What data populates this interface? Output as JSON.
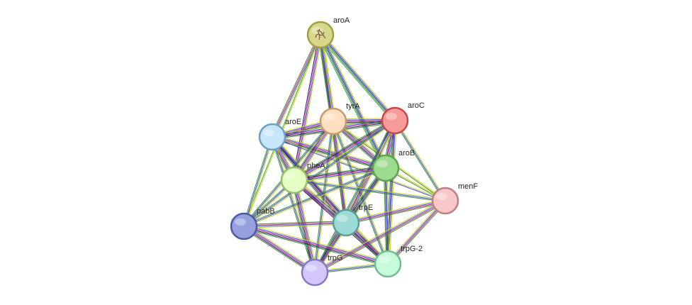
{
  "network": {
    "edge_colors": [
      "#c8d400",
      "#3a8c2e",
      "#3344ff",
      "#1a1a6e",
      "#d02070",
      "#22aa44"
    ],
    "nodes": [
      {
        "id": "aroA",
        "label": "aroA",
        "color": "#d8d88a",
        "stroke": "#a0a040",
        "icon": "protein-structure-icon"
      },
      {
        "id": "tyrA",
        "label": "tyrA",
        "color": "#fde0c2",
        "stroke": "#c99a70"
      },
      {
        "id": "aroC",
        "label": "aroC",
        "color": "#f79a9a",
        "stroke": "#c84848"
      },
      {
        "id": "aroE",
        "label": "aroE",
        "color": "#c6e6fb",
        "stroke": "#6f9fc4"
      },
      {
        "id": "aroB",
        "label": "aroB",
        "color": "#9ddc8f",
        "stroke": "#5ea352"
      },
      {
        "id": "pheA",
        "label": "pheA",
        "color": "#e3fdc2",
        "stroke": "#9bbd6f"
      },
      {
        "id": "menF",
        "label": "menF",
        "color": "#f8c8c8",
        "stroke": "#c08080"
      },
      {
        "id": "pabB",
        "label": "pabB",
        "color": "#96a0de",
        "stroke": "#4e5aa0"
      },
      {
        "id": "trpE",
        "label": "trpE",
        "color": "#9ddcd6",
        "stroke": "#5a9e98"
      },
      {
        "id": "trpG-2",
        "label": "trpG-2",
        "color": "#c6fbdc",
        "stroke": "#74bb94"
      },
      {
        "id": "trpG",
        "label": "trpG",
        "color": "#d2c6fb",
        "stroke": "#8a78c4"
      }
    ],
    "edges": [
      {
        "source": "aroA",
        "target": "aroE",
        "types": [
          0,
          2,
          4,
          1
        ]
      },
      {
        "source": "aroA",
        "target": "tyrA",
        "types": [
          0,
          2,
          4,
          3,
          1
        ]
      },
      {
        "source": "aroA",
        "target": "aroC",
        "types": [
          0,
          2,
          3,
          1,
          5
        ]
      },
      {
        "source": "aroA",
        "target": "aroB",
        "types": [
          0,
          2,
          3,
          1,
          5
        ]
      },
      {
        "source": "aroA",
        "target": "pheA",
        "types": [
          0,
          2,
          4,
          3
        ]
      },
      {
        "source": "aroA",
        "target": "trpE",
        "types": [
          0,
          2,
          1
        ]
      },
      {
        "source": "aroA",
        "target": "pabB",
        "types": [
          0,
          5
        ]
      },
      {
        "source": "aroE",
        "target": "tyrA",
        "types": [
          0,
          2,
          4,
          3,
          1
        ]
      },
      {
        "source": "aroE",
        "target": "aroC",
        "types": [
          0,
          2,
          4,
          3,
          1
        ]
      },
      {
        "source": "aroE",
        "target": "aroB",
        "types": [
          0,
          2,
          4,
          3,
          1
        ]
      },
      {
        "source": "aroE",
        "target": "pheA",
        "types": [
          0,
          2,
          4,
          3,
          1
        ]
      },
      {
        "source": "aroE",
        "target": "trpE",
        "types": [
          0,
          2,
          4,
          3,
          1
        ]
      },
      {
        "source": "aroE",
        "target": "pabB",
        "types": [
          0,
          2,
          1
        ]
      },
      {
        "source": "aroE",
        "target": "trpG",
        "types": [
          0,
          2,
          1
        ]
      },
      {
        "source": "aroE",
        "target": "trpG-2",
        "types": [
          0,
          2,
          3
        ]
      },
      {
        "source": "aroE",
        "target": "menF",
        "types": [
          0,
          2
        ]
      },
      {
        "source": "tyrA",
        "target": "aroC",
        "types": [
          0,
          2,
          4,
          3,
          1
        ]
      },
      {
        "source": "tyrA",
        "target": "aroB",
        "types": [
          0,
          2,
          4,
          3,
          1
        ]
      },
      {
        "source": "tyrA",
        "target": "pheA",
        "types": [
          0,
          2,
          4,
          3,
          1
        ]
      },
      {
        "source": "tyrA",
        "target": "trpE",
        "types": [
          0,
          2,
          4,
          1
        ]
      },
      {
        "source": "tyrA",
        "target": "trpG",
        "types": [
          0,
          2,
          1
        ]
      },
      {
        "source": "tyrA",
        "target": "trpG-2",
        "types": [
          0,
          2,
          1
        ]
      },
      {
        "source": "tyrA",
        "target": "menF",
        "types": [
          0,
          1
        ]
      },
      {
        "source": "tyrA",
        "target": "pabB",
        "types": [
          0,
          2,
          1
        ]
      },
      {
        "source": "aroC",
        "target": "aroB",
        "types": [
          0,
          2,
          4,
          3,
          1
        ]
      },
      {
        "source": "aroC",
        "target": "pheA",
        "types": [
          0,
          2,
          4,
          3,
          1
        ]
      },
      {
        "source": "aroC",
        "target": "trpE",
        "types": [
          0,
          2,
          4,
          3,
          1
        ]
      },
      {
        "source": "aroC",
        "target": "trpG",
        "types": [
          0,
          2,
          1
        ]
      },
      {
        "source": "aroC",
        "target": "trpG-2",
        "types": [
          0,
          2,
          3,
          1
        ]
      },
      {
        "source": "aroC",
        "target": "menF",
        "types": [
          0,
          2,
          1
        ]
      },
      {
        "source": "aroC",
        "target": "pabB",
        "types": [
          0,
          2,
          1
        ]
      },
      {
        "source": "aroB",
        "target": "pheA",
        "types": [
          0,
          2,
          4,
          3,
          1
        ]
      },
      {
        "source": "aroB",
        "target": "trpE",
        "types": [
          0,
          2,
          4,
          3,
          1
        ]
      },
      {
        "source": "aroB",
        "target": "trpG",
        "types": [
          0,
          2,
          1
        ]
      },
      {
        "source": "aroB",
        "target": "trpG-2",
        "types": [
          0,
          2,
          3,
          1
        ]
      },
      {
        "source": "aroB",
        "target": "menF",
        "types": [
          0,
          1
        ]
      },
      {
        "source": "aroB",
        "target": "pabB",
        "types": [
          0,
          2,
          1
        ]
      },
      {
        "source": "pheA",
        "target": "trpE",
        "types": [
          0,
          2,
          4,
          3,
          1
        ]
      },
      {
        "source": "pheA",
        "target": "trpG",
        "types": [
          0,
          2,
          4,
          3,
          1
        ]
      },
      {
        "source": "pheA",
        "target": "trpG-2",
        "types": [
          0,
          2,
          4,
          3
        ]
      },
      {
        "source": "pheA",
        "target": "pabB",
        "types": [
          0,
          2,
          1
        ]
      },
      {
        "source": "pheA",
        "target": "menF",
        "types": [
          0,
          2,
          1
        ]
      },
      {
        "source": "trpE",
        "target": "trpG",
        "types": [
          0,
          2,
          4,
          3,
          1
        ]
      },
      {
        "source": "trpE",
        "target": "trpG-2",
        "types": [
          0,
          2,
          4,
          3,
          1
        ]
      },
      {
        "source": "trpE",
        "target": "pabB",
        "types": [
          0,
          2,
          4,
          1
        ]
      },
      {
        "source": "trpE",
        "target": "menF",
        "types": [
          0,
          2,
          4,
          1
        ]
      },
      {
        "source": "pabB",
        "target": "trpG",
        "types": [
          0,
          2,
          4,
          3,
          1
        ]
      },
      {
        "source": "pabB",
        "target": "trpG-2",
        "types": [
          0,
          2,
          4,
          3,
          1
        ]
      },
      {
        "source": "trpG",
        "target": "trpG-2",
        "types": [
          0,
          2,
          1
        ]
      },
      {
        "source": "trpG-2",
        "target": "menF",
        "types": [
          0,
          2,
          4,
          1
        ]
      },
      {
        "source": "trpG",
        "target": "menF",
        "types": [
          0,
          2,
          4,
          1
        ]
      }
    ]
  }
}
